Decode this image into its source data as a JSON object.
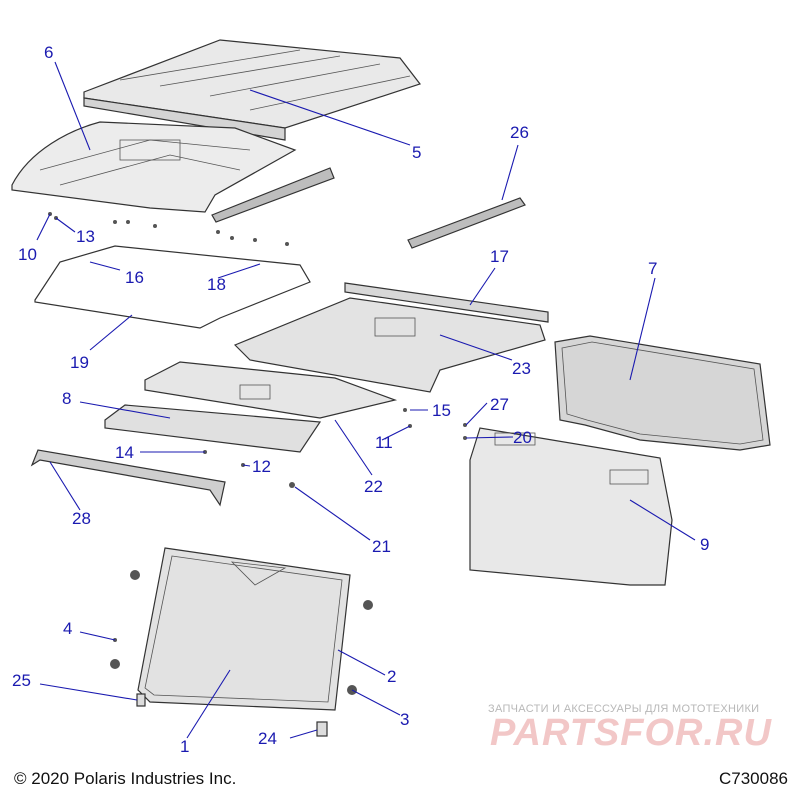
{
  "diagram": {
    "callouts": [
      "1",
      "2",
      "3",
      "4",
      "5",
      "6",
      "7",
      "8",
      "9",
      "10",
      "11",
      "12",
      "13",
      "14",
      "15",
      "16",
      "17",
      "18",
      "19",
      "20",
      "21",
      "22",
      "23",
      "24",
      "25",
      "26",
      "27",
      "28"
    ]
  },
  "footer": {
    "copyright": "© 2020 Polaris Industries Inc.",
    "code": "C730086"
  },
  "watermark": {
    "tagline": "ЗАПЧАСТИ И АКСЕССУАРЫ ДЛЯ МОТОТЕХНИКИ",
    "brand": "PARTSFOR.RU"
  }
}
